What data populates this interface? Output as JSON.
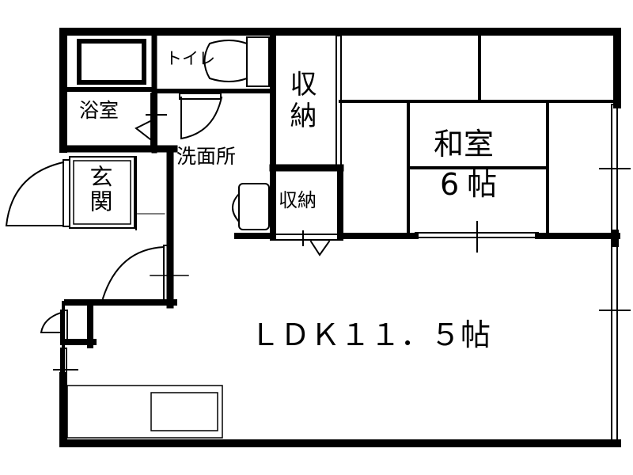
{
  "floorplan": {
    "colors": {
      "wall": "#000000",
      "background": "#ffffff"
    },
    "rooms": {
      "toilet": {
        "label": "トイレ"
      },
      "bathroom": {
        "label": "浴室"
      },
      "washroom": {
        "label": "洗面所"
      },
      "entrance": {
        "label": "玄関"
      },
      "closet_large": {
        "label": "収納"
      },
      "closet_small": {
        "label": "収納"
      },
      "japanese_room": {
        "label": "和室",
        "size": "6帖"
      },
      "ldk": {
        "label": "LDK11.5帖",
        "label_display": "ＬＤＫ１１．５帖"
      }
    }
  }
}
